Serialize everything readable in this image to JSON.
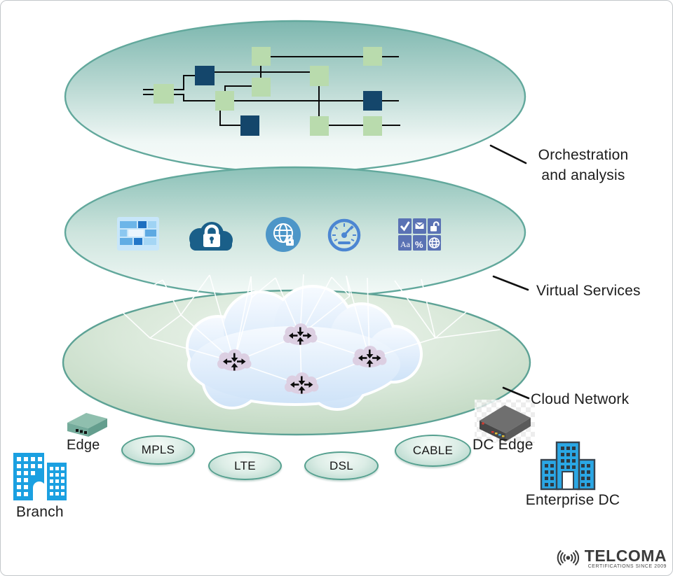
{
  "layers": {
    "orchestration": {
      "label_line1": "Orchestration",
      "label_line2": "and analysis"
    },
    "virtual_services": {
      "label": "Virtual Services"
    },
    "cloud_network": {
      "label": "Cloud Network"
    }
  },
  "transports": [
    {
      "label": "MPLS"
    },
    {
      "label": "LTE"
    },
    {
      "label": "DSL"
    },
    {
      "label": "CABLE"
    }
  ],
  "devices": {
    "edge": {
      "label": "Edge"
    },
    "dc_edge": {
      "label": "DC Edge"
    },
    "branch": {
      "label": "Branch"
    },
    "enterprise_dc": {
      "label": "Enterprise DC"
    }
  },
  "icons": {
    "virtual_services": [
      "firewall-icon",
      "secure-cloud-icon",
      "secure-globe-icon",
      "gauge-icon",
      "app-grid-icon"
    ],
    "logo": "radio-waves-icon"
  },
  "logo": {
    "brand": "TELCOMA",
    "tagline": "CERTIFICATIONS SINCE 2009"
  },
  "colors": {
    "ellipse_stroke": "#62a89c",
    "layer_teal_top": "#7db7af",
    "bottom_layer_green": "#b7d2b8",
    "topology_green": "#b9dbad",
    "topology_navy": "#14466b",
    "router_lavender": "#dccfe2",
    "cloud_blue": "#d4e5f8",
    "building_blue": "#1ba0e1",
    "oval_border": "#55a08f",
    "label_text": "#1c1c1c"
  }
}
